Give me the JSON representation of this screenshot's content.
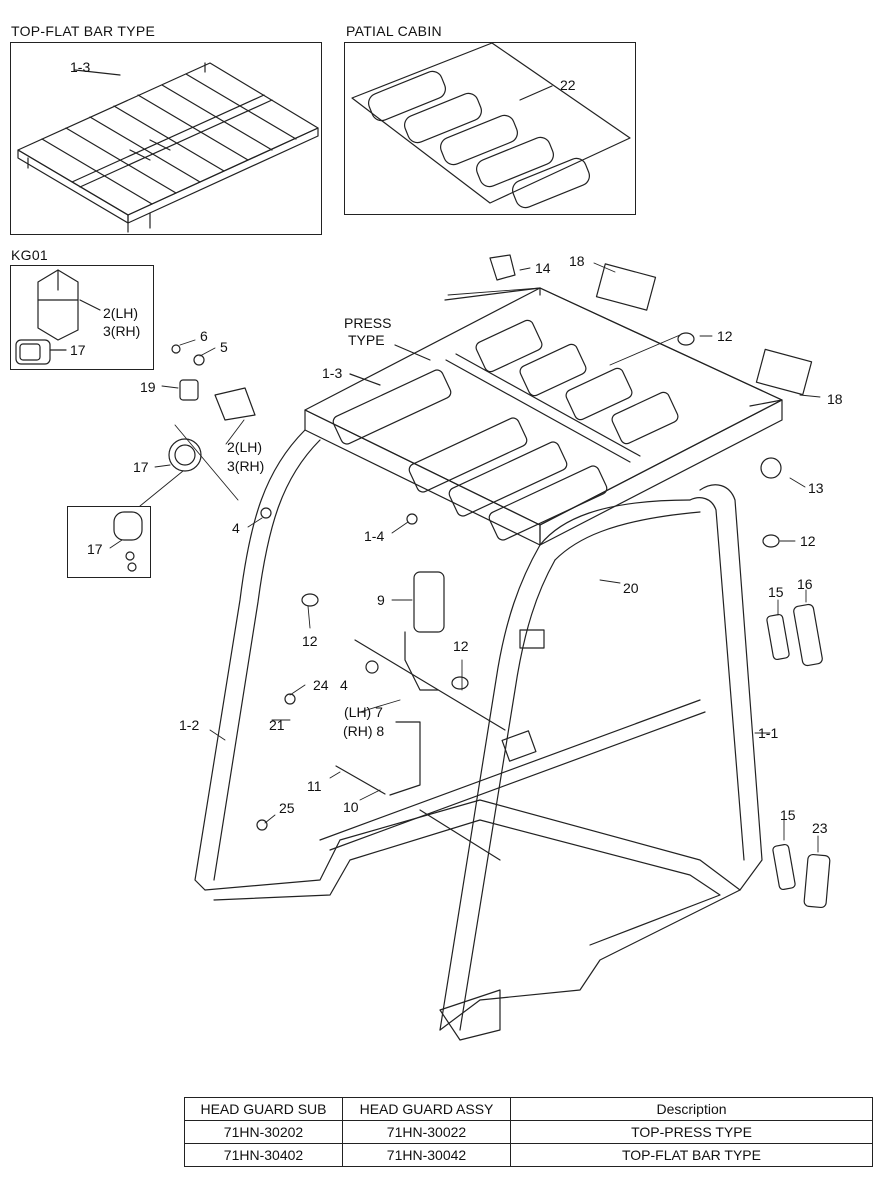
{
  "captions": {
    "top_flat": "TOP-FLAT BAR TYPE",
    "partial_cabin": "PATIAL CABIN",
    "kg01": "KG01",
    "press_type_1": "PRESS",
    "press_type_2": "TYPE"
  },
  "callouts": {
    "c1_3_top": "1-3",
    "c22": "22",
    "c14": "14",
    "c18_a": "18",
    "c18_b": "18",
    "c12_a": "12",
    "c12_b": "12",
    "c12_c": "12",
    "c12_d": "12",
    "c13": "13",
    "c6": "6",
    "c5": "5",
    "c19": "19",
    "c2lh_a": "2(LH)",
    "c3rh_a": "3(RH)",
    "c2lh_b": "2(LH)",
    "c3rh_b": "3(RH)",
    "c17_a": "17",
    "c17_b": "17",
    "c17_c": "17",
    "c1_3": "1-3",
    "c4_a": "4",
    "c4_b": "4",
    "c1_4": "1-4",
    "c20": "20",
    "c9": "9",
    "c15_a": "15",
    "c15_b": "15",
    "c16": "16",
    "c24": "24",
    "c7": "(LH) 7",
    "c8": "(RH) 8",
    "c1_2": "1-2",
    "c21": "21",
    "c1_1": "1-1",
    "c11": "11",
    "c10": "10",
    "c25": "25",
    "c23": "23"
  },
  "table": {
    "headers": [
      "HEAD GUARD SUB",
      "HEAD GUARD ASSY",
      "Description"
    ],
    "rows": [
      [
        "71HN-30202",
        "71HN-30022",
        "TOP-PRESS TYPE"
      ],
      [
        "71HN-30402",
        "71HN-30042",
        "TOP-FLAT BAR TYPE"
      ]
    ]
  }
}
